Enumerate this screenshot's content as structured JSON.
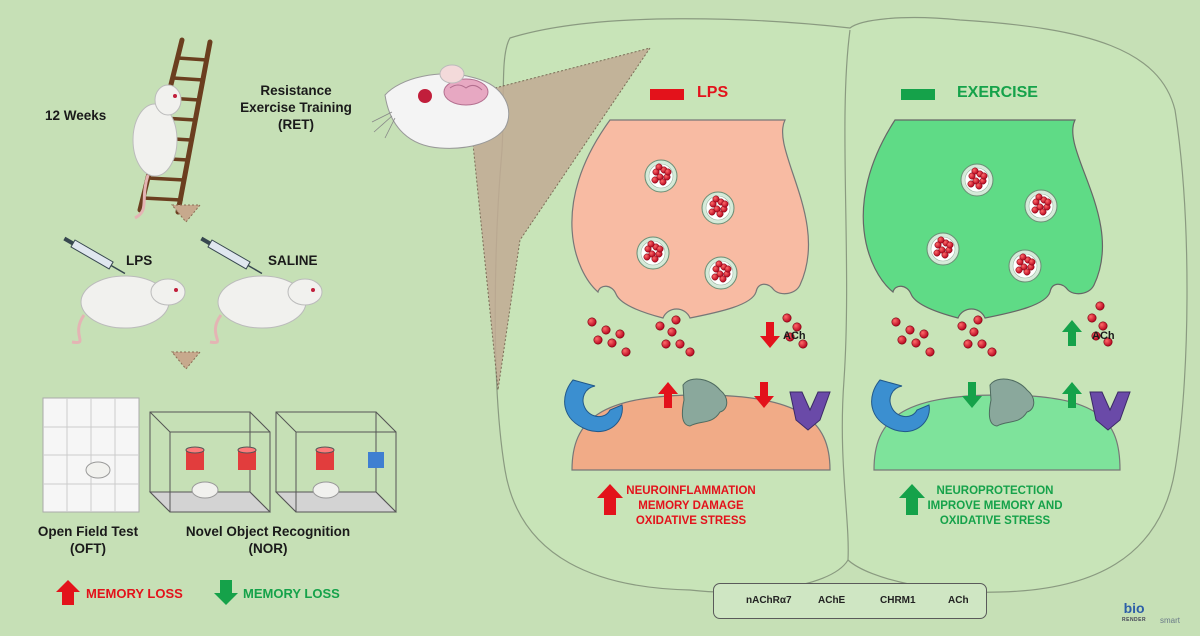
{
  "left_panel": {
    "duration": "12 Weeks",
    "training_label": "Resistance\nExercise Training\n(RET)",
    "group_lps": "LPS",
    "group_saline": "SALINE",
    "oft_label": "Open Field Test\n(OFT)",
    "nor_label": "Novel Object Recognition\n(NOR)",
    "outcome_up": "MEMORY LOSS",
    "outcome_down": "MEMORY LOSS"
  },
  "lps_panel": {
    "title": "LPS",
    "ach_label": "ACh",
    "effects": "NEUROINFLAMMATION\nMEMORY DAMAGE\nOXIDATIVE STRESS"
  },
  "exercise_panel": {
    "title": "EXERCISE",
    "ach_label": "ACh",
    "effects": "NEUROPROTECTION\nIMPROVE MEMORY AND\nOXIDATIVE STRESS"
  },
  "legend": {
    "items": [
      {
        "label": "nAChRα7",
        "icon": "nachr-a7-receptor-icon",
        "color": "#3b8fd0"
      },
      {
        "label": "AChE",
        "icon": "ache-enzyme-icon",
        "color": "#8aa89c"
      },
      {
        "label": "CHRM1",
        "icon": "chrm1-receptor-icon",
        "color": "#6a4aa8"
      },
      {
        "label": "ACh",
        "icon": "ach-molecule-icon",
        "color": "#c8102e"
      }
    ]
  },
  "logos": {
    "biorender": "bio",
    "biorender_sub": "RENDER",
    "smart": "smart"
  },
  "colors": {
    "background": "#c6e0b6",
    "lps_red": "#e3121b",
    "exercise_green": "#15a24a",
    "lps_terminal": "#f8bba3",
    "exercise_terminal": "#5fdb86"
  }
}
